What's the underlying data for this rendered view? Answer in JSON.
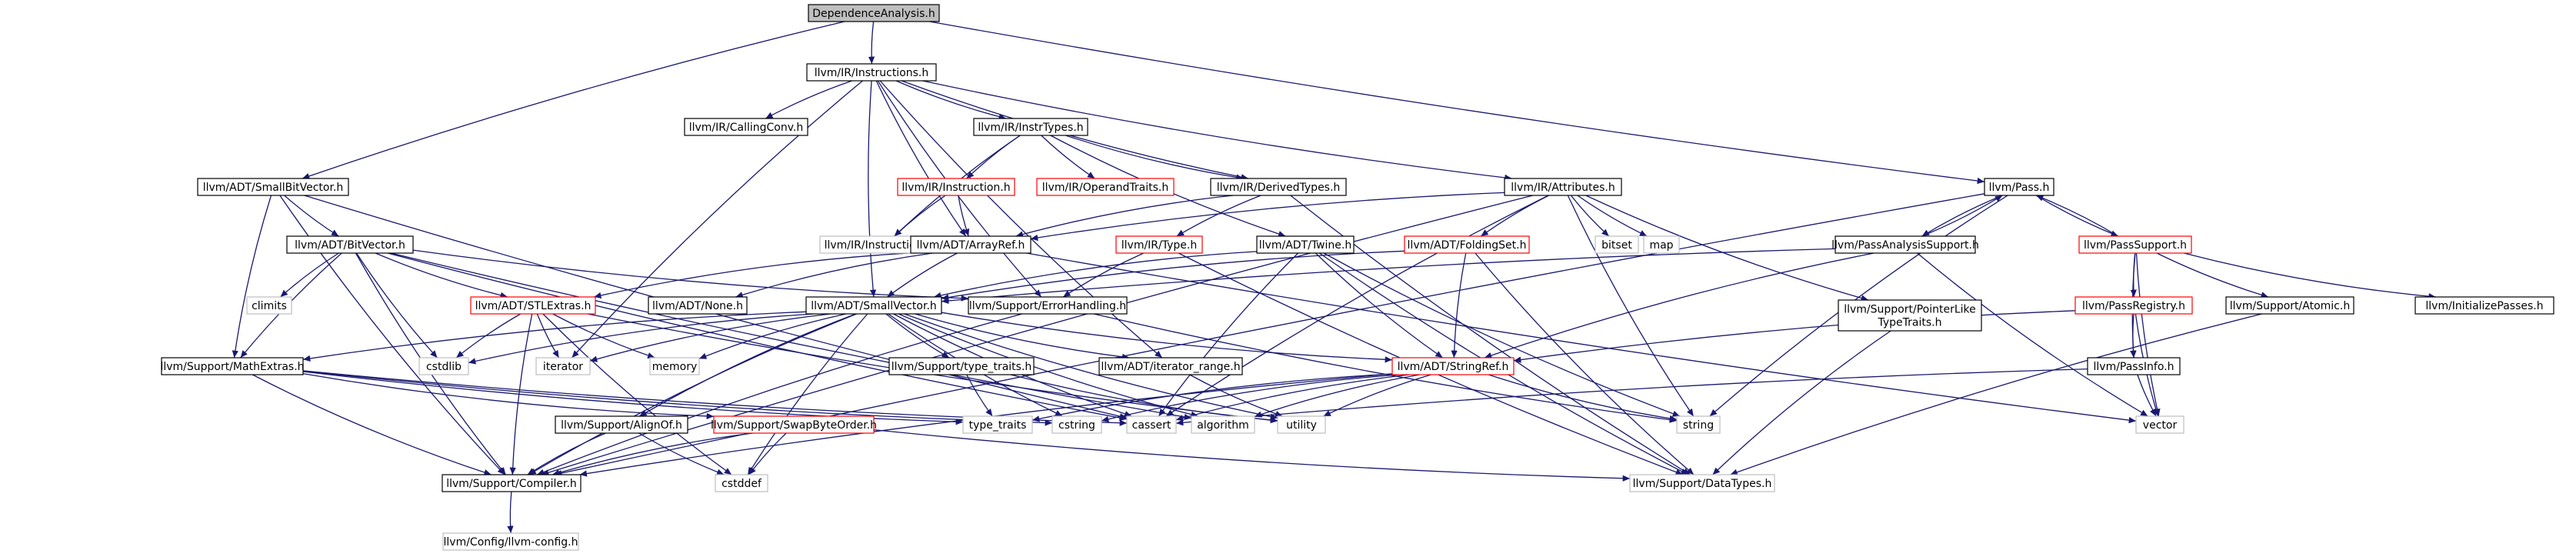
{
  "diagram": {
    "colors": {
      "edge": "#191970",
      "box_border_normal": "#000000",
      "box_border_partial": "#ff0000",
      "box_border_external": "#bfbfbf",
      "root_fill": "#bfbfbf",
      "box_fill": "#ffffff"
    },
    "nodes": [
      {
        "id": "dep",
        "lines": [
          "DependenceAnalysis.h"
        ],
        "kind": "root"
      },
      {
        "id": "instructions",
        "lines": [
          "llvm/IR/Instructions.h"
        ],
        "kind": "normal"
      },
      {
        "id": "smallbitvector",
        "lines": [
          "llvm/ADT/SmallBitVector.h"
        ],
        "kind": "normal"
      },
      {
        "id": "pass",
        "lines": [
          "llvm/Pass.h"
        ],
        "kind": "normal"
      },
      {
        "id": "callingconv",
        "lines": [
          "llvm/IR/CallingConv.h"
        ],
        "kind": "normal"
      },
      {
        "id": "instrtypes",
        "lines": [
          "llvm/IR/InstrTypes.h"
        ],
        "kind": "normal"
      },
      {
        "id": "attributes",
        "lines": [
          "llvm/IR/Attributes.h"
        ],
        "kind": "normal"
      },
      {
        "id": "bitvector",
        "lines": [
          "llvm/ADT/BitVector.h"
        ],
        "kind": "normal"
      },
      {
        "id": "irinstruction",
        "lines": [
          "llvm/IR/Instruction.h"
        ],
        "kind": "partial"
      },
      {
        "id": "operandtraits",
        "lines": [
          "llvm/IR/OperandTraits.h"
        ],
        "kind": "partial"
      },
      {
        "id": "derivedtypes",
        "lines": [
          "llvm/IR/DerivedTypes.h"
        ],
        "kind": "normal"
      },
      {
        "id": "passanalysis",
        "lines": [
          "llvm/PassAnalysisSupport.h"
        ],
        "kind": "normal"
      },
      {
        "id": "passsupport",
        "lines": [
          "llvm/PassSupport.h"
        ],
        "kind": "partial"
      },
      {
        "id": "instructiondef",
        "lines": [
          "llvm/IR/Instruction.def"
        ],
        "kind": "external"
      },
      {
        "id": "arrayref",
        "lines": [
          "llvm/ADT/ArrayRef.h"
        ],
        "kind": "normal"
      },
      {
        "id": "irtype",
        "lines": [
          "llvm/IR/Type.h"
        ],
        "kind": "partial"
      },
      {
        "id": "twine",
        "lines": [
          "llvm/ADT/Twine.h"
        ],
        "kind": "normal"
      },
      {
        "id": "foldingset",
        "lines": [
          "llvm/ADT/FoldingSet.h"
        ],
        "kind": "partial"
      },
      {
        "id": "bitset",
        "lines": [
          "bitset"
        ],
        "kind": "external"
      },
      {
        "id": "map",
        "lines": [
          "map"
        ],
        "kind": "external"
      },
      {
        "id": "climits",
        "lines": [
          "climits"
        ],
        "kind": "external"
      },
      {
        "id": "stlextras",
        "lines": [
          "llvm/ADT/STLExtras.h"
        ],
        "kind": "partial"
      },
      {
        "id": "adtnone",
        "lines": [
          "llvm/ADT/None.h"
        ],
        "kind": "normal"
      },
      {
        "id": "smallvector",
        "lines": [
          "llvm/ADT/SmallVector.h"
        ],
        "kind": "normal"
      },
      {
        "id": "errorhandling",
        "lines": [
          "llvm/Support/ErrorHandling.h"
        ],
        "kind": "normal"
      },
      {
        "id": "pointerlike",
        "lines": [
          "llvm/Support/PointerLike",
          "TypeTraits.h"
        ],
        "kind": "normal"
      },
      {
        "id": "passregistry",
        "lines": [
          "llvm/PassRegistry.h"
        ],
        "kind": "partial"
      },
      {
        "id": "atomic",
        "lines": [
          "llvm/Support/Atomic.h"
        ],
        "kind": "normal"
      },
      {
        "id": "initpasses",
        "lines": [
          "llvm/InitializePasses.h"
        ],
        "kind": "normal"
      },
      {
        "id": "cstdlib",
        "lines": [
          "cstdlib"
        ],
        "kind": "external"
      },
      {
        "id": "iterator",
        "lines": [
          "iterator"
        ],
        "kind": "external"
      },
      {
        "id": "memory",
        "lines": [
          "memory"
        ],
        "kind": "external"
      },
      {
        "id": "mathextras",
        "lines": [
          "llvm/Support/MathExtras.h"
        ],
        "kind": "normal"
      },
      {
        "id": "typetraitsh",
        "lines": [
          "llvm/Support/type_traits.h"
        ],
        "kind": "normal"
      },
      {
        "id": "iteratorrange",
        "lines": [
          "llvm/ADT/iterator_range.h"
        ],
        "kind": "normal"
      },
      {
        "id": "stringref",
        "lines": [
          "llvm/ADT/StringRef.h"
        ],
        "kind": "partial"
      },
      {
        "id": "passinfo",
        "lines": [
          "llvm/PassInfo.h"
        ],
        "kind": "normal"
      },
      {
        "id": "typetraits",
        "lines": [
          "type_traits"
        ],
        "kind": "external"
      },
      {
        "id": "cstring",
        "lines": [
          "cstring"
        ],
        "kind": "external"
      },
      {
        "id": "cassert",
        "lines": [
          "cassert"
        ],
        "kind": "external"
      },
      {
        "id": "algorithm",
        "lines": [
          "algorithm"
        ],
        "kind": "external"
      },
      {
        "id": "utility",
        "lines": [
          "utility"
        ],
        "kind": "external"
      },
      {
        "id": "string",
        "lines": [
          "string"
        ],
        "kind": "external"
      },
      {
        "id": "vector",
        "lines": [
          "vector"
        ],
        "kind": "external"
      },
      {
        "id": "alignof",
        "lines": [
          "llvm/Support/AlignOf.h"
        ],
        "kind": "normal"
      },
      {
        "id": "swapbyteorder",
        "lines": [
          "llvm/Support/SwapByteOrder.h"
        ],
        "kind": "partial"
      },
      {
        "id": "compiler",
        "lines": [
          "llvm/Support/Compiler.h"
        ],
        "kind": "normal"
      },
      {
        "id": "cstddef",
        "lines": [
          "cstddef"
        ],
        "kind": "external"
      },
      {
        "id": "datatypes",
        "lines": [
          "llvm/Support/DataTypes.h"
        ],
        "kind": "external"
      },
      {
        "id": "llvmconfig",
        "lines": [
          "llvm/Config/llvm-config.h"
        ],
        "kind": "external"
      }
    ],
    "edges": [
      [
        "dep",
        "instructions"
      ],
      [
        "dep",
        "smallbitvector"
      ],
      [
        "dep",
        "pass"
      ],
      [
        "instructions",
        "callingconv"
      ],
      [
        "instructions",
        "instrtypes"
      ],
      [
        "instructions",
        "derivedtypes"
      ],
      [
        "instructions",
        "attributes"
      ],
      [
        "instructions",
        "arrayref"
      ],
      [
        "instructions",
        "smallvector"
      ],
      [
        "instructions",
        "errorhandling"
      ],
      [
        "instructions",
        "iteratorrange"
      ],
      [
        "instructions",
        "iterator"
      ],
      [
        "instrtypes",
        "irinstruction"
      ],
      [
        "instrtypes",
        "operandtraits"
      ],
      [
        "instrtypes",
        "derivedtypes"
      ],
      [
        "instrtypes",
        "twine"
      ],
      [
        "instrtypes",
        "instructiondef"
      ],
      [
        "irinstruction",
        "instructiondef"
      ],
      [
        "irinstruction",
        "arrayref"
      ],
      [
        "derivedtypes",
        "irtype"
      ],
      [
        "derivedtypes",
        "arrayref"
      ],
      [
        "derivedtypes",
        "datatypes"
      ],
      [
        "irtype",
        "errorhandling"
      ],
      [
        "irtype",
        "datatypes"
      ],
      [
        "attributes",
        "arrayref"
      ],
      [
        "attributes",
        "foldingset"
      ],
      [
        "attributes",
        "pointerlike"
      ],
      [
        "attributes",
        "bitset"
      ],
      [
        "attributes",
        "map"
      ],
      [
        "attributes",
        "cassert"
      ],
      [
        "attributes",
        "string"
      ],
      [
        "attributes",
        "compiler"
      ],
      [
        "foldingset",
        "smallvector"
      ],
      [
        "foldingset",
        "stringref"
      ],
      [
        "foldingset",
        "datatypes"
      ],
      [
        "twine",
        "smallvector"
      ],
      [
        "twine",
        "stringref"
      ],
      [
        "twine",
        "cassert"
      ],
      [
        "twine",
        "string"
      ],
      [
        "twine",
        "datatypes"
      ],
      [
        "smallbitvector",
        "bitvector"
      ],
      [
        "smallbitvector",
        "mathextras"
      ],
      [
        "smallbitvector",
        "cassert"
      ],
      [
        "smallbitvector",
        "compiler"
      ],
      [
        "bitvector",
        "climits"
      ],
      [
        "bitvector",
        "stlextras"
      ],
      [
        "bitvector",
        "errorhandling"
      ],
      [
        "bitvector",
        "mathextras"
      ],
      [
        "bitvector",
        "cstdlib"
      ],
      [
        "bitvector",
        "cassert"
      ],
      [
        "bitvector",
        "algorithm"
      ],
      [
        "bitvector",
        "compiler"
      ],
      [
        "stlextras",
        "cstdlib"
      ],
      [
        "stlextras",
        "iterator"
      ],
      [
        "stlextras",
        "memory"
      ],
      [
        "stlextras",
        "compiler"
      ],
      [
        "stlextras",
        "cstddef"
      ],
      [
        "stlextras",
        "utility"
      ],
      [
        "arrayref",
        "adtnone"
      ],
      [
        "arrayref",
        "smallvector"
      ],
      [
        "arrayref",
        "vector"
      ],
      [
        "arrayref",
        "stlextras"
      ],
      [
        "smallvector",
        "alignof"
      ],
      [
        "smallvector",
        "mathextras"
      ],
      [
        "smallvector",
        "typetraitsh"
      ],
      [
        "smallvector",
        "iteratorrange"
      ],
      [
        "smallvector",
        "stringref"
      ],
      [
        "smallvector",
        "iterator"
      ],
      [
        "smallvector",
        "memory"
      ],
      [
        "smallvector",
        "cstdlib"
      ],
      [
        "smallvector",
        "cassert"
      ],
      [
        "smallvector",
        "algorithm"
      ],
      [
        "smallvector",
        "utility"
      ],
      [
        "smallvector",
        "cstddef"
      ],
      [
        "smallvector",
        "compiler"
      ],
      [
        "smallvector",
        "cstring"
      ],
      [
        "errorhandling",
        "compiler"
      ],
      [
        "errorhandling",
        "string"
      ],
      [
        "mathextras",
        "swapbyteorder"
      ],
      [
        "mathextras",
        "compiler"
      ],
      [
        "mathextras",
        "typetraits"
      ],
      [
        "mathextras",
        "cstring"
      ],
      [
        "mathextras",
        "cassert"
      ],
      [
        "typetraitsh",
        "typetraits"
      ],
      [
        "typetraitsh",
        "utility"
      ],
      [
        "iteratorrange",
        "utility"
      ],
      [
        "stringref",
        "cassert"
      ],
      [
        "stringref",
        "cstring"
      ],
      [
        "stringref",
        "algorithm"
      ],
      [
        "stringref",
        "utility"
      ],
      [
        "stringref",
        "string"
      ],
      [
        "stringref",
        "compiler"
      ],
      [
        "stringref",
        "typetraits"
      ],
      [
        "alignof",
        "compiler"
      ],
      [
        "alignof",
        "cstddef"
      ],
      [
        "swapbyteorder",
        "compiler"
      ],
      [
        "swapbyteorder",
        "datatypes"
      ],
      [
        "swapbyteorder",
        "cstddef"
      ],
      [
        "compiler",
        "llvmconfig"
      ],
      [
        "pass",
        "passanalysis"
      ],
      [
        "pass",
        "passsupport"
      ],
      [
        "pass",
        "string"
      ],
      [
        "pass",
        "compiler"
      ],
      [
        "passanalysis",
        "pass"
      ],
      [
        "passanalysis",
        "smallvector"
      ],
      [
        "passanalysis",
        "stringref"
      ],
      [
        "passanalysis",
        "vector"
      ],
      [
        "passsupport",
        "pass"
      ],
      [
        "passsupport",
        "passregistry"
      ],
      [
        "passsupport",
        "atomic"
      ],
      [
        "passsupport",
        "initpasses"
      ],
      [
        "passsupport",
        "passinfo"
      ],
      [
        "passsupport",
        "vector"
      ],
      [
        "passregistry",
        "stringref"
      ],
      [
        "passregistry",
        "passinfo"
      ],
      [
        "passregistry",
        "vector"
      ],
      [
        "passinfo",
        "cassert"
      ],
      [
        "passinfo",
        "vector"
      ],
      [
        "atomic",
        "datatypes"
      ],
      [
        "pointerlike",
        "datatypes"
      ]
    ]
  }
}
